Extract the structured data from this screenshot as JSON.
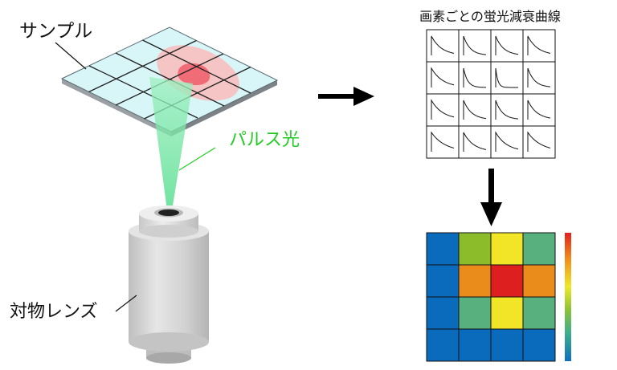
{
  "labels": {
    "sample": "サンプル",
    "pulse": "パルス光",
    "objective": "対物レンズ",
    "decay_title": "画素ごとの蛍光減衰曲線"
  },
  "colors": {
    "grid_top": "#d8f5f8",
    "grid_line": "#222222",
    "beam": "#7de8a8",
    "pulse_label": "#22cc22",
    "lens_body": "#d6d6d6",
    "arrow": "#000000"
  },
  "decay_grid": {
    "rows": 4,
    "cols": 4,
    "tau": [
      [
        0.45,
        0.3,
        0.35,
        0.45
      ],
      [
        0.5,
        0.18,
        0.1,
        0.3
      ],
      [
        0.5,
        0.35,
        0.3,
        0.4
      ],
      [
        0.6,
        0.45,
        0.5,
        0.6
      ]
    ]
  },
  "lifetime_map": {
    "rows": 4,
    "cols": 4,
    "cells": [
      [
        "#0a6bbd",
        "#8cbc2a",
        "#f2e426",
        "#58b07f"
      ],
      [
        "#0a6bbd",
        "#ea8c1b",
        "#dd1f1f",
        "#ea8c1b"
      ],
      [
        "#0a6bbd",
        "#58b07f",
        "#f2e426",
        "#58b07f"
      ],
      [
        "#0a6bbd",
        "#0a6bbd",
        "#0a6bbd",
        "#0a6bbd"
      ]
    ],
    "colorbar": [
      "#e22020",
      "#f08c1c",
      "#eee82a",
      "#8cc23a",
      "#3fae8a",
      "#0f6fc0"
    ]
  }
}
